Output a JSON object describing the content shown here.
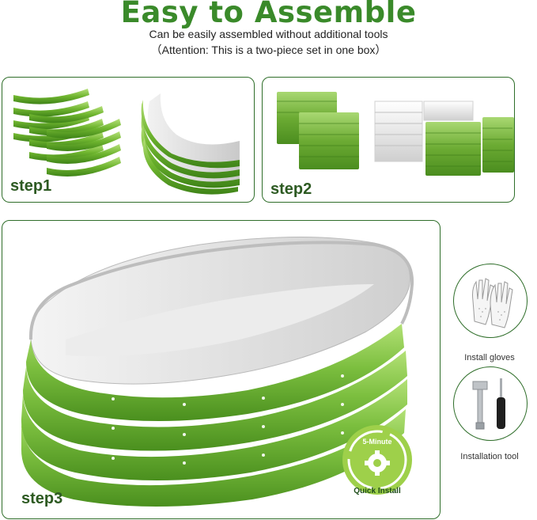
{
  "header": {
    "title": "Easy to Assemble",
    "subtitle": "Can be easily assembled without additional tools",
    "note": "（Attention: This is a two-piece set in one box）"
  },
  "steps": [
    {
      "label": "step1"
    },
    {
      "label": "step2"
    },
    {
      "label": "step3"
    }
  ],
  "tools": [
    {
      "label": "Install gloves",
      "icon": "gloves-icon"
    },
    {
      "label": "Installation tool",
      "icon": "wrench-screwdriver-icon"
    }
  ],
  "badge": {
    "line1": "5-Minute",
    "line2": "Quick Install",
    "icon": "gear-icon"
  },
  "colors": {
    "brand_green": "#3a8a2a",
    "panel_border": "#2f6e2a",
    "bed_green": "#7cbf3f",
    "bed_silver": "#dcdcdc"
  }
}
